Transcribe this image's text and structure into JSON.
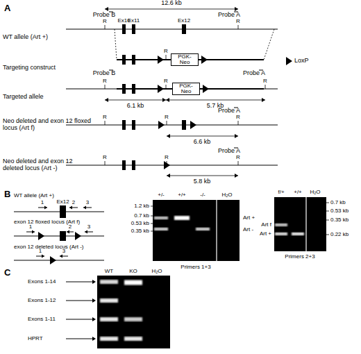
{
  "diagram": {
    "nodes": [
      {
        "text": [
          "Ex10"
        ]
      },
      {
        "text": [
          "Ex11"
        ]
      },
      {
        "text": [
          "Ex12"
        ]
      },
      {
        "text": [
          "PGK- Neo"
        ]
      },
      {
        "text": [
          "PGK- Neo"
        ]
      },
      {
        "text": [
          "Ex12"
        ]
      }
    ],
    "labels": [
      "A",
      "12.6 kb",
      "Probe B",
      "R",
      "Probe A",
      "R",
      "WT allele (Art +)",
      "R",
      "LoxP",
      "Targeting construct",
      "Probe B",
      "R",
      "R",
      "Probe A",
      "R",
      "Targeted allele",
      "6.1 kb",
      "5.7 kb",
      "R",
      "R",
      "Probe A",
      "R",
      "Neo deleted and exon 12 floxed locus (Art f)",
      "6.6 kb",
      "R",
      "R",
      "Probe A",
      "R",
      "Neo deleted and exon 12 deleted locus (Art -)",
      "5.8 kb",
      "B",
      "WT allele (Art +)",
      "1",
      "2",
      "3",
      "exon 12 floxed locus (Art f)",
      "1",
      "2",
      "3",
      "exon 12 deleted locus (Art -)",
      "1",
      "3",
      "+/-",
      "+/+",
      "-/-",
      "H₂O",
      "1.2 kb",
      "0.7 kb",
      "0.53 kb",
      "0.35 kb",
      "Art +",
      "Art -",
      "Primers 1+3",
      "f/+",
      "+/+",
      "H₂O",
      "Art f",
      "Art +",
      "0.7 kb",
      "0.53 kb",
      "0.35 kb",
      "0.22 kb",
      "Primers 2+3",
      "C",
      "WT",
      "KO",
      "H₂O",
      "Exons 1-14",
      "Exons 1-12",
      "Exons 1-11",
      "HPRT"
    ]
  }
}
